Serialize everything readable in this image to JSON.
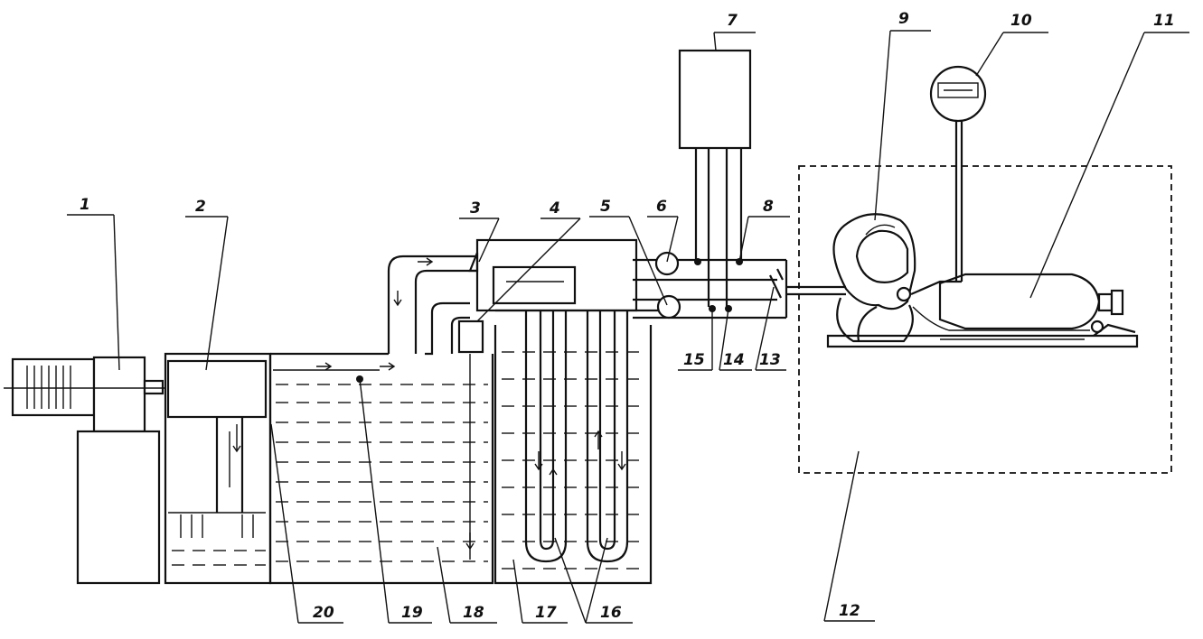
{
  "diagram": {
    "labels": {
      "l1": "1",
      "l2": "2",
      "l3": "3",
      "l4": "4",
      "l5": "5",
      "l6": "6",
      "l7": "7",
      "l8": "8",
      "l9": "9",
      "l10": "10",
      "l11": "11",
      "l12": "12",
      "l13": "13",
      "l14": "14",
      "l15": "15",
      "l16": "16",
      "l17": "17",
      "l18": "18",
      "l19": "19",
      "l20": "20"
    }
  }
}
